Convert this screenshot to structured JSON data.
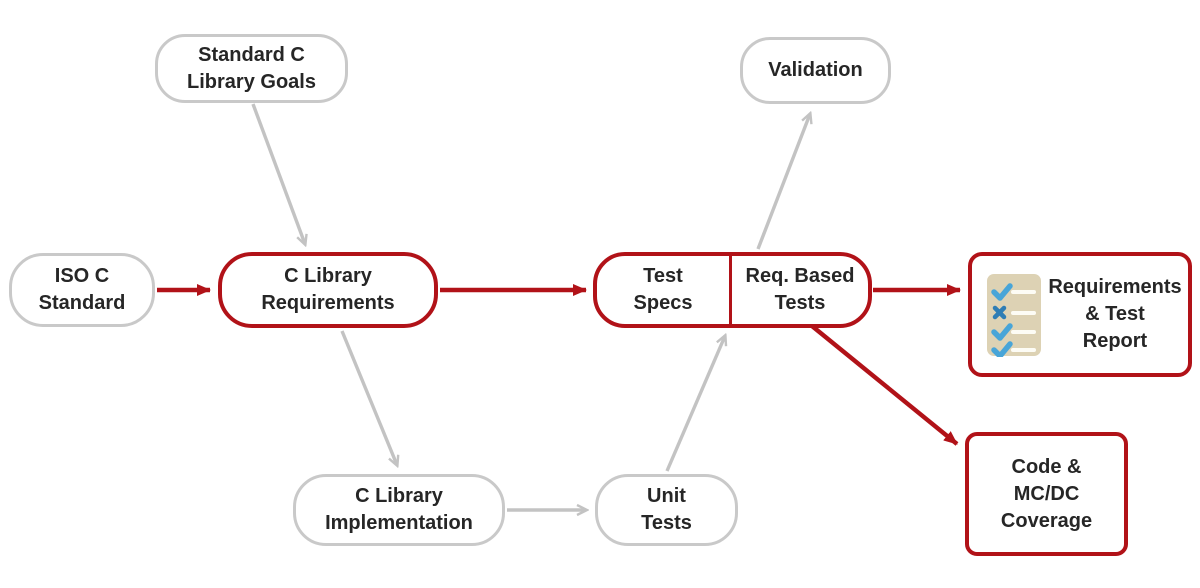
{
  "colors": {
    "red": "#b11218",
    "gray_border": "#c9c9c9",
    "gray_arrow": "#c3c3c3",
    "text": "#262626",
    "icon_bg": "#ddd2b4",
    "icon_check": "#48a5d8",
    "icon_x": "#2e7db5",
    "icon_line": "#fdfcf5",
    "bg": "#ffffff"
  },
  "nodes": {
    "goals": {
      "label": "Standard C\nLibrary Goals"
    },
    "iso": {
      "label": "ISO C\nStandard"
    },
    "requirements": {
      "label": "C Library\nRequirements"
    },
    "test_specs": {
      "label": "Test\nSpecs"
    },
    "req_based": {
      "label": "Req. Based\nTests"
    },
    "validation": {
      "label": "Validation"
    },
    "report": {
      "label": "Requirements\n& Test\nReport"
    },
    "coverage": {
      "label": "Code &\nMC/DC\nCoverage"
    },
    "implementation": {
      "label": "C Library\nImplementation"
    },
    "unit_tests": {
      "label": "Unit\nTests"
    }
  },
  "icons": {
    "checklist": "checklist-icon"
  },
  "edges": [
    {
      "from": "standard-c-library-goals",
      "to": "c-library-requirements",
      "color": "gray"
    },
    {
      "from": "iso-c-standard",
      "to": "c-library-requirements",
      "color": "red"
    },
    {
      "from": "c-library-requirements",
      "to": "test-specs",
      "color": "red"
    },
    {
      "from": "c-library-requirements",
      "to": "c-library-implementation",
      "color": "gray"
    },
    {
      "from": "c-library-implementation",
      "to": "unit-tests",
      "color": "gray"
    },
    {
      "from": "unit-tests",
      "to": "test-specs",
      "color": "gray"
    },
    {
      "from": "req-based-tests",
      "to": "validation",
      "color": "gray"
    },
    {
      "from": "req-based-tests",
      "to": "requirements-test-report",
      "color": "red"
    },
    {
      "from": "req-based-tests",
      "to": "code-mcdc-coverage",
      "color": "red"
    }
  ]
}
